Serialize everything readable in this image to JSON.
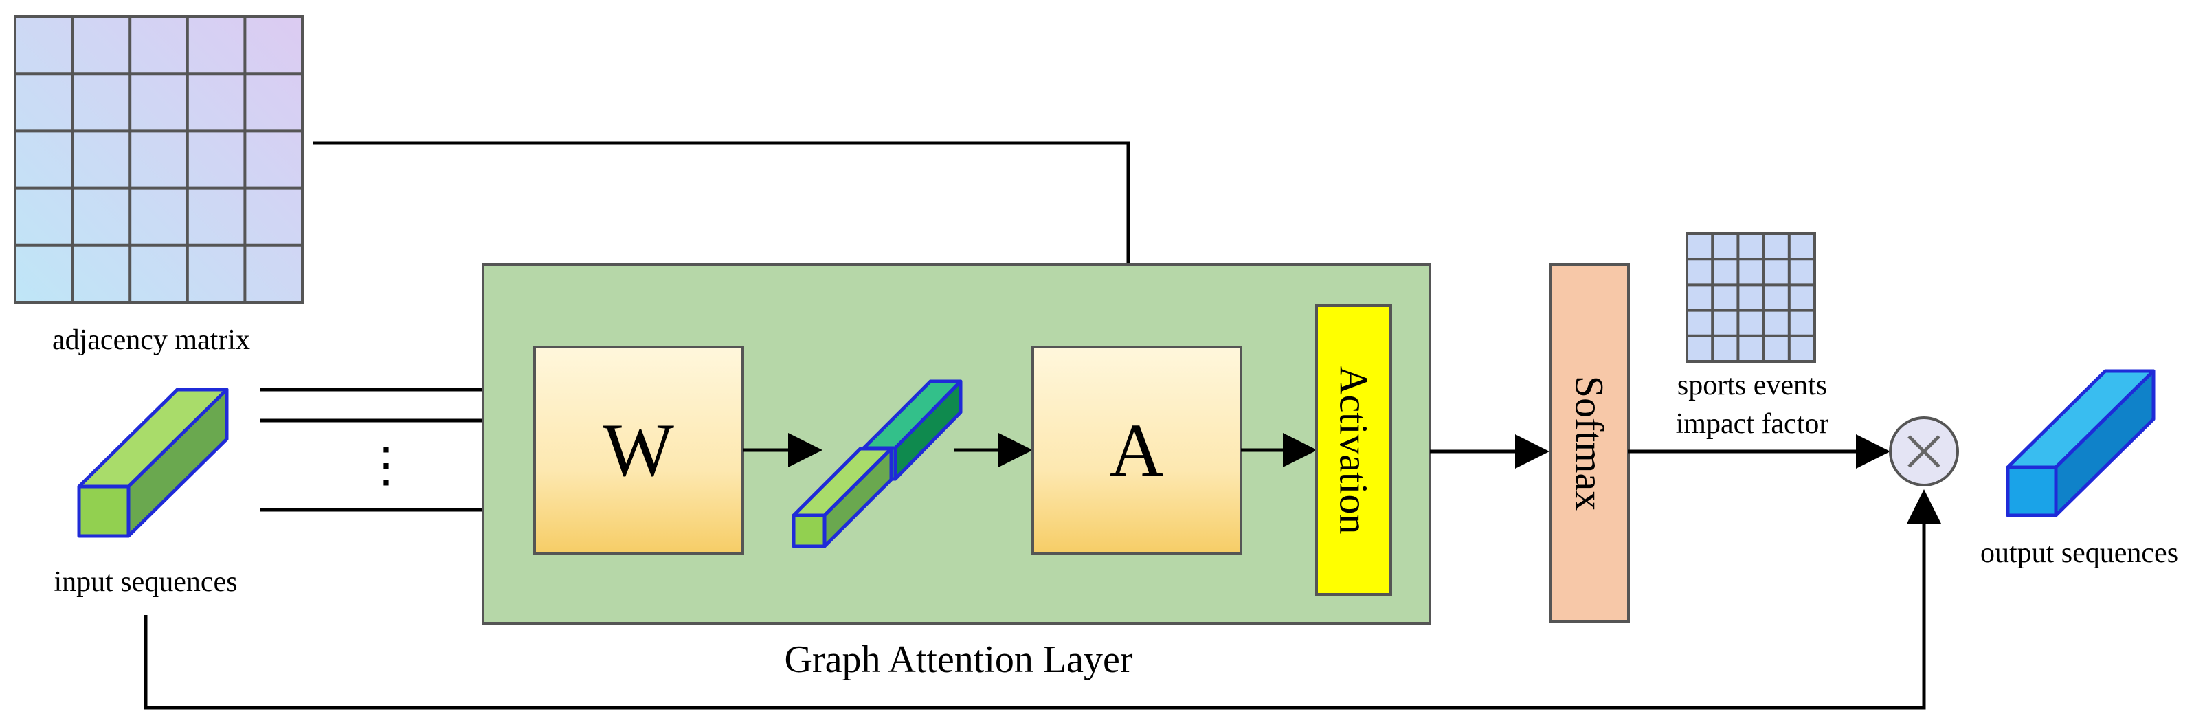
{
  "labels": {
    "adjacency_matrix": "adjacency matrix",
    "input_sequences": "input sequences",
    "ellipsis": "⋮",
    "w_block": "W",
    "a_block": "A",
    "activation": "Activation",
    "softmax": "Softmax",
    "impact_line1": "sports events",
    "impact_line2": "impact factor",
    "output_sequences": "output sequences",
    "layer_caption": "Graph Attention Layer"
  },
  "icons": {
    "multiply": "circled-times-icon"
  },
  "colors": {
    "layer_bg": "#b6d7a8",
    "block_top": "#fff6d9",
    "block_bottom": "#f7cf6a",
    "activation": "#ffff00",
    "softmax": "#f7c8a8",
    "input_cube": "#92d050",
    "output_cube": "#1ea8e6",
    "outline": "#1f2bd8"
  }
}
